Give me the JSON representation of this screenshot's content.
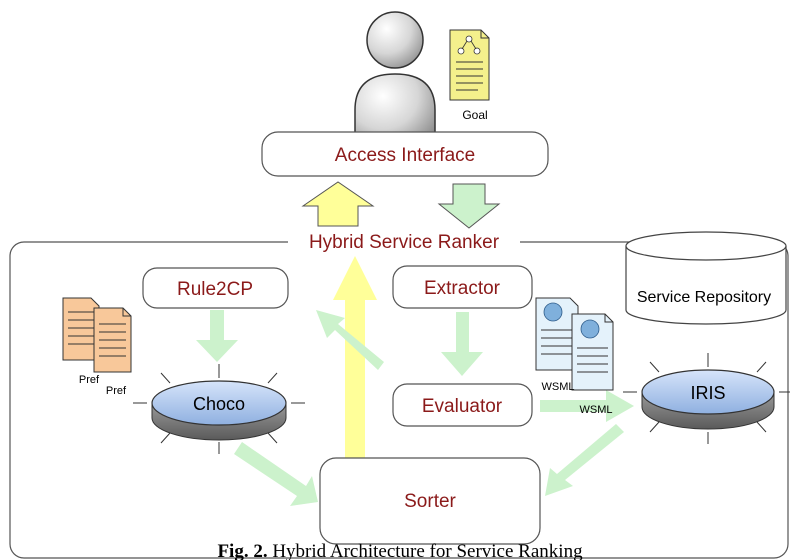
{
  "user": {
    "goal_label": "Goal"
  },
  "access_interface": {
    "label": "Access Interface"
  },
  "ranker": {
    "title": "Hybrid Service Ranker"
  },
  "components": {
    "rule2cp": "Rule2CP",
    "extractor": "Extractor",
    "evaluator": "Evaluator",
    "sorter": "Sorter",
    "choco": "Choco",
    "iris": "IRIS",
    "repository": "Service Repository"
  },
  "documents": {
    "pref_1": "Pref",
    "pref_2": "Pref",
    "wsml_1": "WSML",
    "wsml_2": "WSML"
  },
  "caption": {
    "fig": "Fig. 2.",
    "text": "Hybrid Architecture for Service Ranking"
  },
  "colors": {
    "label_red": "#8b1a1a",
    "arrow_yellow": "#ffff99",
    "arrow_green": "#ccf2cc",
    "disk_blue": "#9bb8e6",
    "pref_orange": "#f8c89a",
    "wsml_blue": "#e4f2fb",
    "goal_yellow": "#f4f08c"
  }
}
